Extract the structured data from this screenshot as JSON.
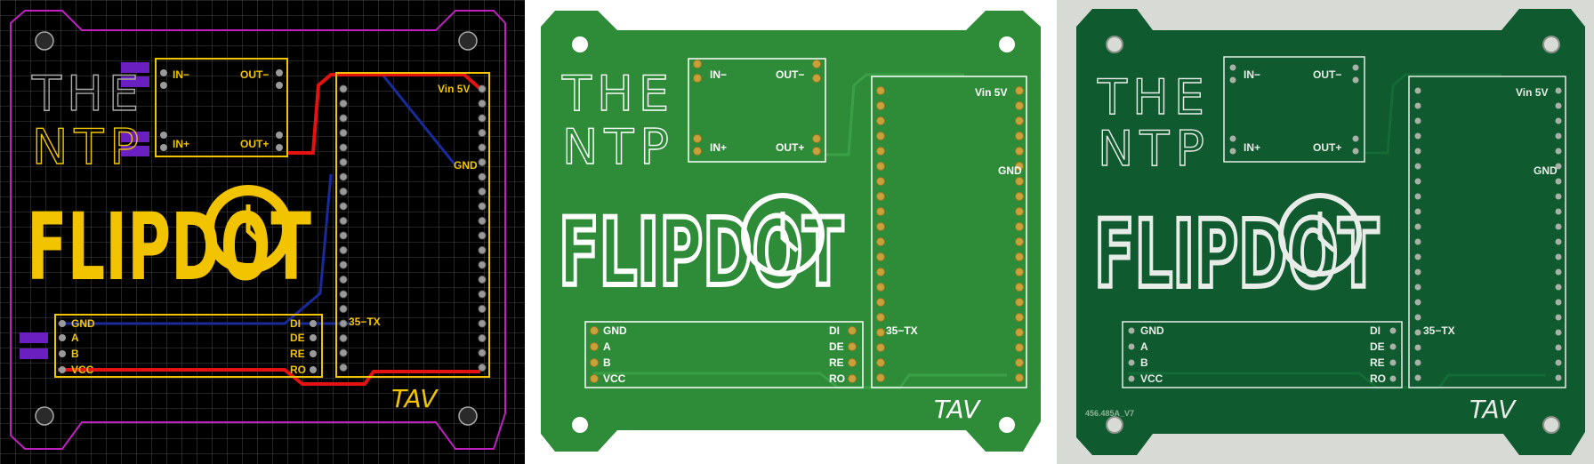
{
  "boards": [
    {
      "view": "layout",
      "colors": {
        "background": "#000000",
        "grid": "#5a5a5a",
        "outline": "#c020c0",
        "silk": "#f2c400",
        "top_trace": "#e51212",
        "bottom_trace": "#1a2a9a",
        "pad": "#9a9a9a",
        "smd": "#6a1fc0"
      }
    },
    {
      "view": "render",
      "colors": {
        "board": "#2e8b38",
        "silk": "#ffffff",
        "pad": "#c8a03c"
      }
    },
    {
      "view": "photo",
      "colors": {
        "board": "#0f5a2e",
        "silk": "#e8ece8",
        "pad": "#a9b0a8",
        "backdrop": "#d8dad6"
      }
    }
  ],
  "logo": {
    "line1": "THE",
    "line2": "NTP",
    "title": "FLIPDOT",
    "icon": "clock-icon"
  },
  "converter": {
    "in_minus": "IN−",
    "out_minus": "OUT−",
    "in_plus": "IN+",
    "out_plus": "OUT+"
  },
  "mcu": {
    "vin": "Vin 5V",
    "gnd": "GND",
    "tx": "35−TX"
  },
  "rs485": {
    "gnd": "GND",
    "a": "A",
    "b": "B",
    "vcc": "VCC",
    "di": "DI",
    "de": "DE",
    "re": "RE",
    "ro": "RO"
  },
  "signature": "TAV",
  "board_id": "456.485A_V7"
}
